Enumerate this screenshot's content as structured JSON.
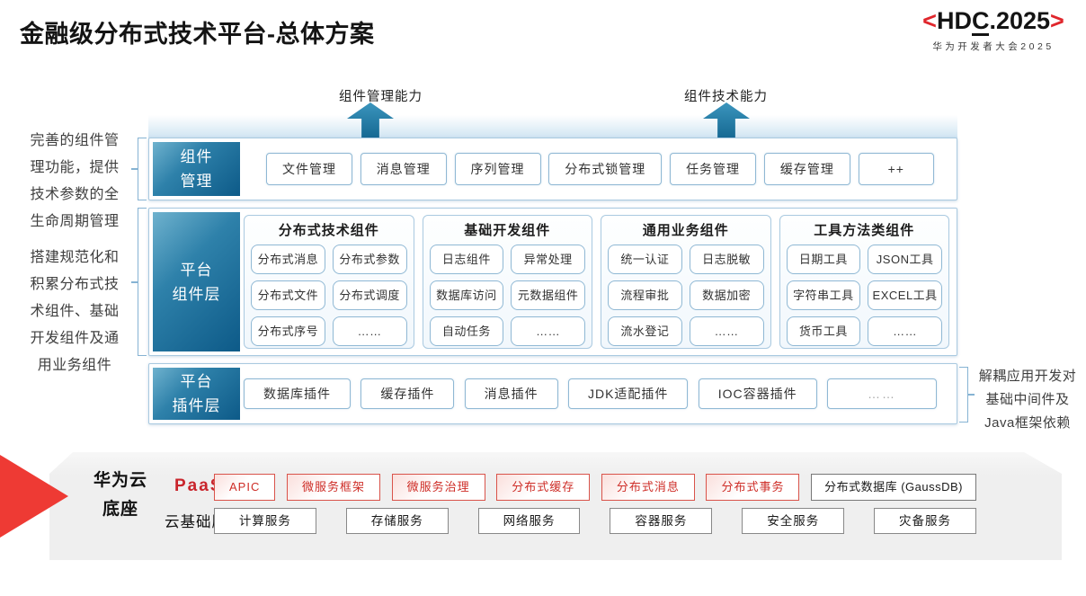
{
  "header": {
    "title": "金融级分布式技术平台-总体方案",
    "logo": {
      "open_angle": "<",
      "hd": "HD",
      "c": "C",
      "rest": ".2025",
      "close_angle": ">",
      "subtitle": "华为开发者大会2025"
    }
  },
  "annotations": {
    "left_top": "完善的组件管\n理功能，提供\n技术参数的全\n生命周期管理",
    "left_bottom": "搭建规范化和\n积累分布式技\n术组件、基础\n开发组件及通\n用业务组件",
    "right": "解耦应用开发对\n基础中间件及\nJava框架依赖"
  },
  "arrows": {
    "left_label": "组件管理能力",
    "right_label": "组件技术能力"
  },
  "rows": {
    "management": {
      "label": "组件\n管理",
      "items": [
        "文件管理",
        "消息管理",
        "序列管理",
        "分布式锁管理",
        "任务管理",
        "缓存管理",
        "++"
      ]
    },
    "components": {
      "label": "平台\n组件层",
      "columns": [
        {
          "title": "分布式技术组件",
          "items": [
            "分布式消息",
            "分布式参数",
            "分布式文件",
            "分布式调度",
            "分布式序号",
            "……"
          ]
        },
        {
          "title": "基础开发组件",
          "items": [
            "日志组件",
            "异常处理",
            "数据库访问",
            "元数据组件",
            "自动任务",
            "……"
          ]
        },
        {
          "title": "通用业务组件",
          "items": [
            "统一认证",
            "日志脱敏",
            "流程审批",
            "数据加密",
            "流水登记",
            "……"
          ]
        },
        {
          "title": "工具方法类组件",
          "items": [
            "日期工具",
            "JSON工具",
            "字符串工具",
            "EXCEL工具",
            "货币工具",
            "……"
          ]
        }
      ]
    },
    "plugins": {
      "label": "平台\n插件层",
      "items": [
        "数据库插件",
        "缓存插件",
        "消息插件",
        "JDK适配插件",
        "IOC容器插件",
        "……"
      ]
    }
  },
  "foundation": {
    "label": "华为云\n底座",
    "paas_label": "PaaS",
    "paas_items": [
      "APIC",
      "微服务框架",
      "微服务治理",
      "分布式缓存",
      "分布式消息",
      "分布式事务"
    ],
    "paas_item_plain": "分布式数据库 (GaussDB)",
    "cloud_label": "云基础服务",
    "cloud_items": [
      "计算服务",
      "存储服务",
      "网络服务",
      "容器服务",
      "安全服务",
      "灾备服务"
    ]
  },
  "colors": {
    "teal_dark": "#0d5a88",
    "teal_arrow": "#1f7ba6",
    "box_border_blue": "#8fb8d4",
    "row_border_blue": "#a9c9e0",
    "hdc_red": "#e0262c",
    "paas_red": "#ce2d27",
    "pointer_red": "#ee3a34",
    "slab_gray": "#efefef"
  }
}
